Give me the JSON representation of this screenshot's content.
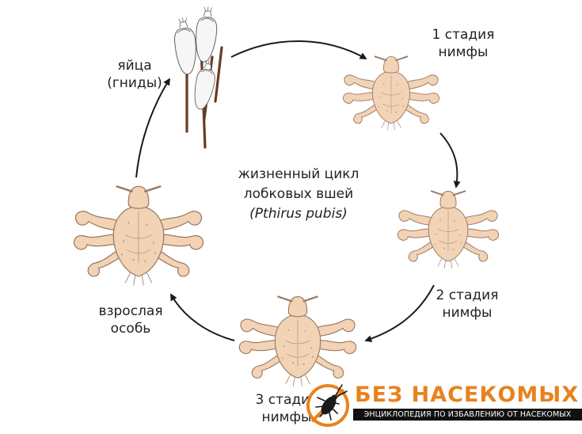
{
  "labels": {
    "eggs": [
      "яйца",
      "(гниды)"
    ],
    "nymph1": [
      "1 стадия",
      "нимфы"
    ],
    "nymph2": [
      "2 стадия",
      "нимфы"
    ],
    "nymph3": [
      "3 стадия",
      "нимфы"
    ],
    "adult": [
      "взрослая",
      "особь"
    ],
    "center": [
      "жизненный цикл",
      "лобковых вшей",
      "(Pthirus pubis)"
    ]
  },
  "logo": {
    "title": "БЕЗ НАСЕКОМЫХ",
    "tagline": "ЭНЦИКЛОПЕДИЯ ПО ИЗБАВЛЕНИЮ ОТ НАСЕКОМЫХ"
  },
  "colors": {
    "louse_fill": "#f3d3b6",
    "louse_stroke": "#9b7a62",
    "arrow": "#1a1a1a",
    "brand_orange": "#e8821e",
    "text": "#222222"
  }
}
